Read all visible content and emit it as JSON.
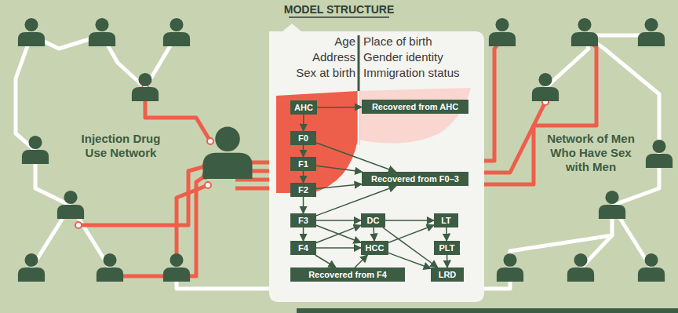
{
  "diagram": {
    "title": "MODEL STRUCTURE",
    "nodes": [
      {
        "text": [
          "AHC"
        ]
      },
      {
        "text": [
          "Recovered from AHC"
        ]
      },
      {
        "text": [
          "F0"
        ]
      },
      {
        "text": [
          "F1"
        ]
      },
      {
        "text": [
          "F2"
        ]
      },
      {
        "text": [
          "Recovered from F0–3"
        ]
      },
      {
        "text": [
          "F3"
        ]
      },
      {
        "text": [
          "DC"
        ]
      },
      {
        "text": [
          "LT"
        ]
      },
      {
        "text": [
          "F4"
        ]
      },
      {
        "text": [
          "HCC"
        ]
      },
      {
        "text": [
          "PLT"
        ]
      },
      {
        "text": [
          "Recovered from F4"
        ]
      },
      {
        "text": [
          "LRD"
        ]
      }
    ],
    "edges": [
      {
        "from": 0,
        "to": 2,
        "arrow": "to"
      },
      {
        "from": 0,
        "to": 1,
        "arrow": "to"
      },
      {
        "from": 2,
        "to": 3,
        "arrow": "to"
      },
      {
        "from": 3,
        "to": 4,
        "arrow": "to"
      },
      {
        "from": 4,
        "to": 6,
        "arrow": "to"
      },
      {
        "from": 6,
        "to": 9,
        "arrow": "to"
      },
      {
        "from": 2,
        "to": 5,
        "arrow": "to"
      },
      {
        "from": 3,
        "to": 5,
        "arrow": "to"
      },
      {
        "from": 4,
        "to": 5,
        "arrow": "to"
      },
      {
        "from": 6,
        "to": 5,
        "arrow": "to"
      },
      {
        "from": 6,
        "to": 7,
        "arrow": "to"
      },
      {
        "from": 6,
        "to": 10,
        "arrow": "to"
      },
      {
        "from": 9,
        "to": 7,
        "arrow": "to"
      },
      {
        "from": 9,
        "to": 10,
        "arrow": "to"
      },
      {
        "from": 9,
        "to": 12,
        "arrow": "to"
      },
      {
        "from": 12,
        "to": 10,
        "arrow": "to"
      },
      {
        "from": 7,
        "to": 10,
        "arrow": "to"
      },
      {
        "from": 7,
        "to": 8,
        "arrow": "to"
      },
      {
        "from": 10,
        "to": 8,
        "arrow": "to"
      },
      {
        "from": 7,
        "to": 13,
        "arrow": "to"
      },
      {
        "from": 10,
        "to": 13,
        "arrow": "to"
      },
      {
        "from": 8,
        "to": 11,
        "arrow": "to"
      },
      {
        "from": 11,
        "to": 13,
        "arrow": "to"
      }
    ],
    "labels": [
      "Age",
      "Address",
      "Sex at birth",
      "Place of birth",
      "Gender identity",
      "Immigration status",
      "Injection Drug Use Network",
      "Network of Men Who Have Sex with Men"
    ]
  }
}
